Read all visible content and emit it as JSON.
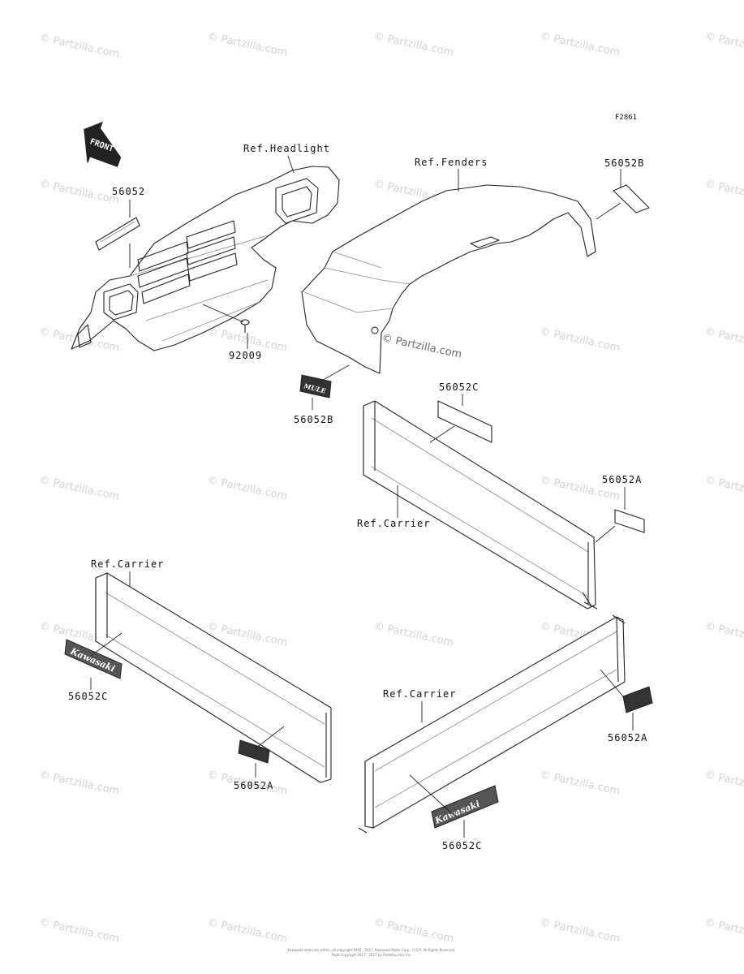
{
  "figure_code": "F2861",
  "watermark": "© Partzilla.com",
  "direction_arrow": "FRONT",
  "labels": {
    "ref_headlight": "Ref.Headlight",
    "ref_fenders": "Ref.Fenders",
    "ref_carrier_1": "Ref.Carrier",
    "ref_carrier_2": "Ref.Carrier",
    "ref_carrier_3": "Ref.Carrier"
  },
  "part_numbers": {
    "p_56052_top": "56052",
    "p_56052B_right": "56052B",
    "p_92009": "92009",
    "p_56052B_mid": "56052B",
    "p_56052C_top": "56052C",
    "p_56052A_right": "56052A",
    "p_56052C_left": "56052C",
    "p_56052A_left": "56052A",
    "p_56052A_lowright": "56052A",
    "p_56052C_bottom": "56052C"
  },
  "decal_brand": "Kawasaki",
  "decal_small": "MULE",
  "footer": {
    "line1": "Kawasaki materials within, all copyright 1995 - 2017, Kawasaki Motor Corp., U.S.A. All Rights Reserved.",
    "line2": "Page Copyright 2017 - 2017 by Partzilla.com, Inc."
  }
}
